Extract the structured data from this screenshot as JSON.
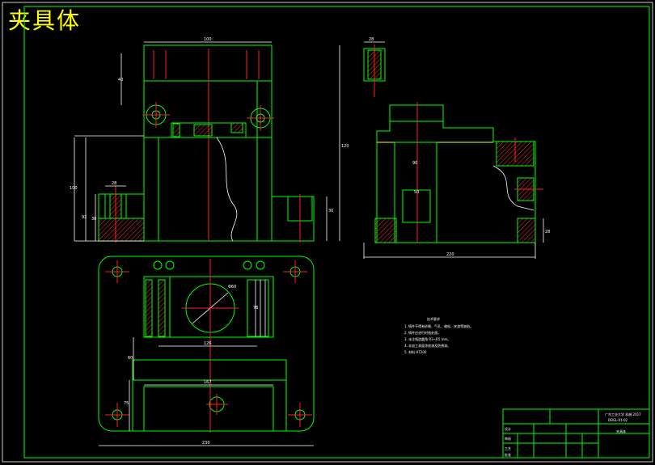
{
  "title": "夹具体",
  "colors": {
    "background": "#000000",
    "outline": "#00ff00",
    "centerline": "#ff2020",
    "dimension": "#ffffff",
    "title": "#ffff00"
  },
  "dimensions": {
    "front_top_width": "100",
    "front_height_left": "40",
    "front_height_side": "100",
    "front_height_total": "92",
    "front_small_h": "30",
    "front_small_w": "28",
    "front_right_h": "30",
    "front_overall_right": "120",
    "side_width_total": "220",
    "side_top": "28",
    "side_right_h": "28",
    "side_inner": "90",
    "side_inner2": "50",
    "plan_dia": "Φ60",
    "plan_span": "126",
    "plan_width": "167",
    "plan_overall": "230",
    "plan_left_h1": "60",
    "plan_left_h2": "75",
    "plan_right_h": "78"
  },
  "notes": {
    "heading": "技术要求",
    "lines": [
      "1. 铸件不得有砂眼、气孔、缩松、夹渣等缺陷。",
      "2. 铸件应进行时效处理。",
      "3. 未注铸造圆角 R3~R5 mm。",
      "4. 非加工表面涂底漆及防锈漆。",
      "5. 材料 HT200"
    ]
  },
  "title_block": {
    "name": "夹具体",
    "school_line": "广东工业大学 机械 2017",
    "code_line": "DBGL-01-02",
    "row_labels": [
      "设计",
      "审核",
      "工艺",
      "批准"
    ]
  }
}
